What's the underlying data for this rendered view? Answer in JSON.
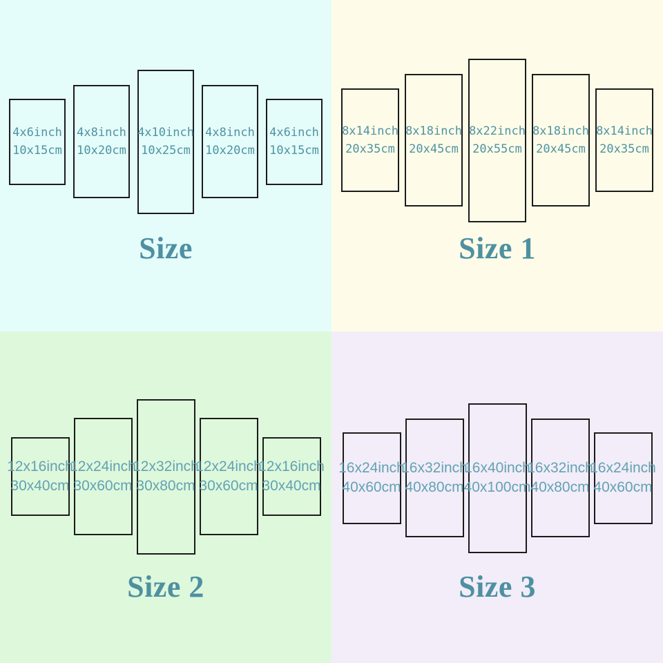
{
  "title_color": "#4e90a1",
  "border_color": "#1b1b1b",
  "quadrants": [
    {
      "title": "Size",
      "bg": "#e4fcfa",
      "text_color": "#4f93a3",
      "panels": [
        {
          "inches": "4x6inch",
          "cm": "10x15cm"
        },
        {
          "inches": "4x8inch",
          "cm": "10x20cm"
        },
        {
          "inches": "4x10inch",
          "cm": "10x25cm"
        },
        {
          "inches": "4x8inch",
          "cm": "10x20cm"
        },
        {
          "inches": "4x6inch",
          "cm": "10x15cm"
        }
      ]
    },
    {
      "title": "Size 1",
      "bg": "#fefce8",
      "text_color": "#4f93a3",
      "panels": [
        {
          "inches": "8x14inch",
          "cm": "20x35cm"
        },
        {
          "inches": "8x18inch",
          "cm": "20x45cm"
        },
        {
          "inches": "8x22inch",
          "cm": "20x55cm"
        },
        {
          "inches": "8x18inch",
          "cm": "20x45cm"
        },
        {
          "inches": "8x14inch",
          "cm": "20x35cm"
        }
      ]
    },
    {
      "title": "Size 2",
      "bg": "#def8dc",
      "text_color": "#63a2b2",
      "panels": [
        {
          "inches": "12x16inch",
          "cm": "30x40cm"
        },
        {
          "inches": "12x24inch",
          "cm": "30x60cm"
        },
        {
          "inches": "12x32inch",
          "cm": "30x80cm"
        },
        {
          "inches": "12x24inch",
          "cm": "30x60cm"
        },
        {
          "inches": "12x16inch",
          "cm": "30x40cm"
        }
      ]
    },
    {
      "title": "Size 3",
      "bg": "#f2edf9",
      "text_color": "#63a2b2",
      "panels": [
        {
          "inches": "16x24inch",
          "cm": "40x60cm"
        },
        {
          "inches": "16x32inch",
          "cm": "40x80cm"
        },
        {
          "inches": "16x40inch",
          "cm": "40x100cm"
        },
        {
          "inches": "16x32inch",
          "cm": "40x80cm"
        },
        {
          "inches": "16x24inch",
          "cm": "40x60cm"
        }
      ]
    }
  ]
}
